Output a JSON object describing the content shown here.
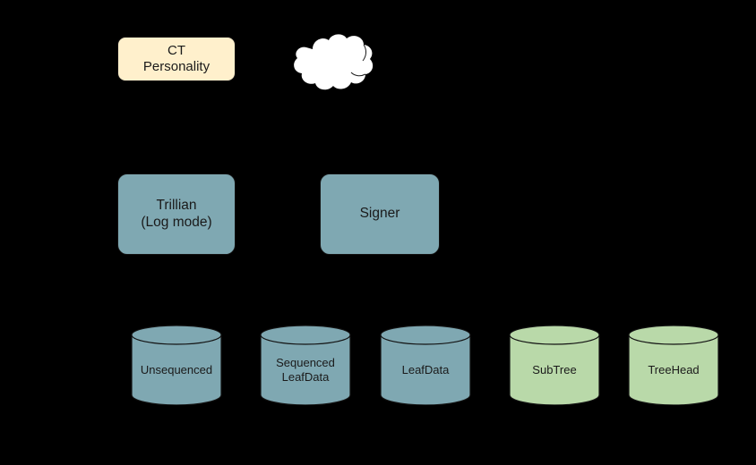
{
  "diagram": {
    "background_color": "#000000",
    "colors": {
      "teal_fill": "#7FA8B2",
      "green_fill": "#B9D9A9",
      "cream_fill": "#FFF0CC",
      "cloud_fill": "#FFFFFF",
      "stroke": "#121212",
      "text": "#1a1a1a"
    },
    "nodes": {
      "ct_personality": {
        "label": "CT\nPersonality",
        "shape": "rounded-rect",
        "fill": "#FFF0CC"
      },
      "cloud": {
        "label": "",
        "shape": "cloud",
        "fill": "#FFFFFF"
      },
      "trillian": {
        "label": "Trillian\n(Log mode)",
        "shape": "rounded-rect",
        "fill": "#7FA8B2"
      },
      "signer": {
        "label": "Signer",
        "shape": "rounded-rect",
        "fill": "#7FA8B2"
      }
    },
    "datastores": [
      {
        "id": "unsequenced",
        "label": "Unsequenced",
        "fill": "#7FA8B2"
      },
      {
        "id": "sequenced-leafdata",
        "label": "Sequenced\nLeafData",
        "fill": "#7FA8B2"
      },
      {
        "id": "leafdata",
        "label": "LeafData",
        "fill": "#7FA8B2"
      },
      {
        "id": "subtree",
        "label": "SubTree",
        "fill": "#B9D9A9"
      },
      {
        "id": "treehead",
        "label": "TreeHead",
        "fill": "#B9D9A9"
      }
    ]
  }
}
